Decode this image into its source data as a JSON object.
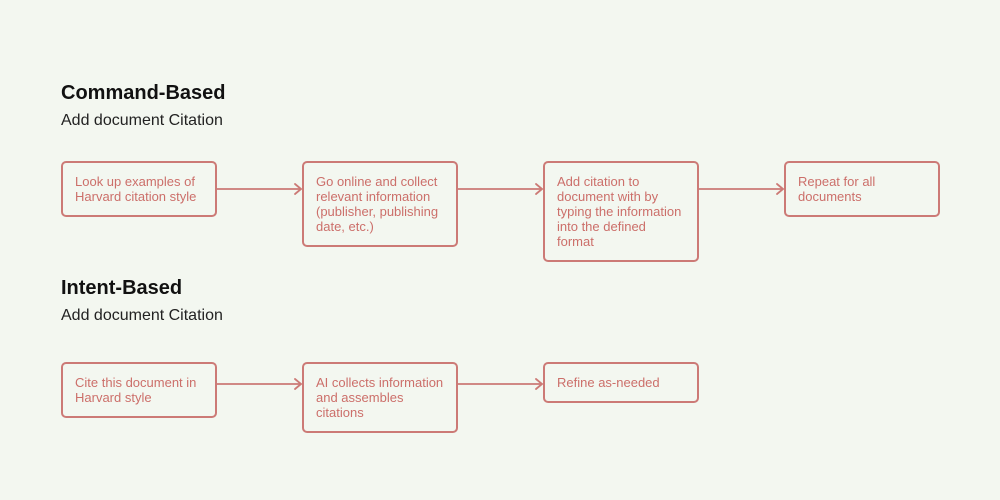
{
  "colors": {
    "background": "#f3f7f0",
    "box_border": "#cc7a76",
    "box_text": "#cc6f6a",
    "arrow": "#cc7a76",
    "title": "#111111"
  },
  "sections": [
    {
      "title": "Command-Based",
      "subtitle": "Add document Citation",
      "steps": [
        "Look up examples of Harvard citation style",
        "Go online and collect relevant information (publisher, publishing date, etc.)",
        "Add citation to document with by typing the information into the defined format",
        "Repeat for all documents"
      ]
    },
    {
      "title": "Intent-Based",
      "subtitle": "Add document Citation",
      "steps": [
        "Cite this document in Harvard style",
        "AI collects information and assembles citations",
        "Refine as-needed"
      ]
    }
  ]
}
